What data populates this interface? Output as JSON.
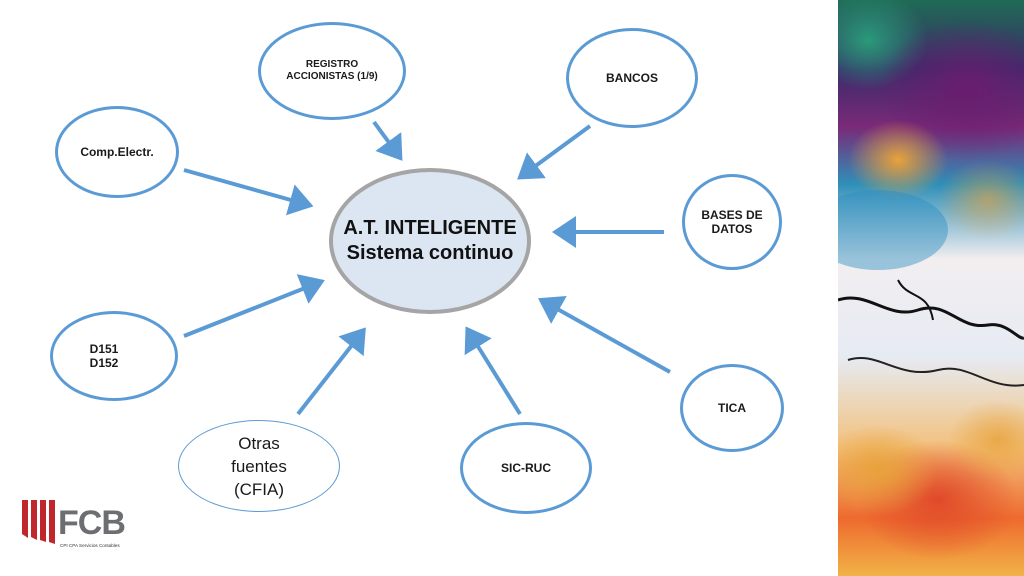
{
  "center": {
    "line1": "A.T. INTELIGENTE",
    "line2": "Sistema continuo"
  },
  "nodes": {
    "registro": {
      "line1": "REGISTRO",
      "line2": "ACCIONISTAS (1/9)"
    },
    "bancos": {
      "line1": "BANCOS"
    },
    "comp": {
      "line1": "Comp.Electr."
    },
    "bases": {
      "line1": "BASES DE",
      "line2": "DATOS"
    },
    "d151": {
      "line1": "D151",
      "line2": "D152"
    },
    "tica": {
      "line1": "TICA"
    },
    "otras": {
      "line1": "Otras",
      "line2": "fuentes",
      "line3": "(CFIA)"
    },
    "sicruc": {
      "line1": "SIC-RUC"
    }
  },
  "logo": {
    "text": "FCB",
    "tagline": "CPI CPA Servicios Contables"
  },
  "colors": {
    "accent": "#5b9bd5",
    "center_fill": "#dce6f2",
    "center_border": "#a5a5a5",
    "logo_red": "#c0272d",
    "logo_gray": "#6d6e71"
  }
}
